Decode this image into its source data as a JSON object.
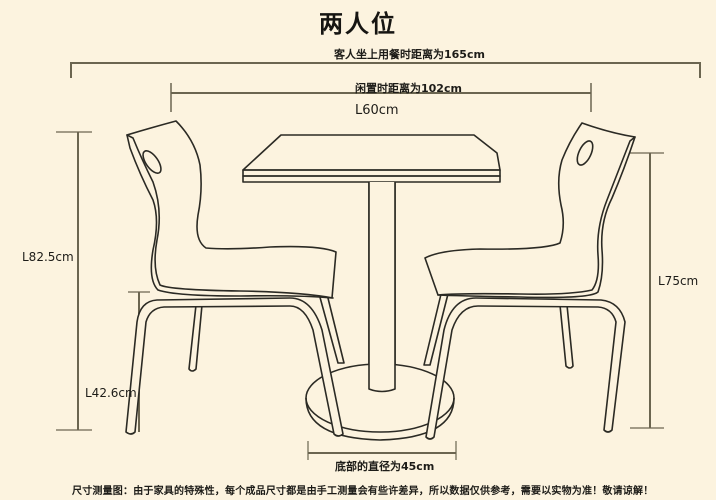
{
  "title": "两人位",
  "dimensions": {
    "seated_distance": "客人坐上用餐时距离为165cm",
    "idle_distance": "闲置时距离为102cm",
    "table_length": "L60cm",
    "chair_height": "L82.5cm",
    "seat_height": "L42.6cm",
    "table_height": "L75cm",
    "base_diameter": "底部的直径为45cm"
  },
  "note": "尺寸测量图：由于家具的特殊性，每个成品尺寸都是由手工测量会有些许差异，所以数据仅供参考，需要以实物为准！敬请谅解！",
  "colors": {
    "background": "#fcf3df",
    "line": "#2b2a24",
    "dimension_line": "#6b6550"
  }
}
